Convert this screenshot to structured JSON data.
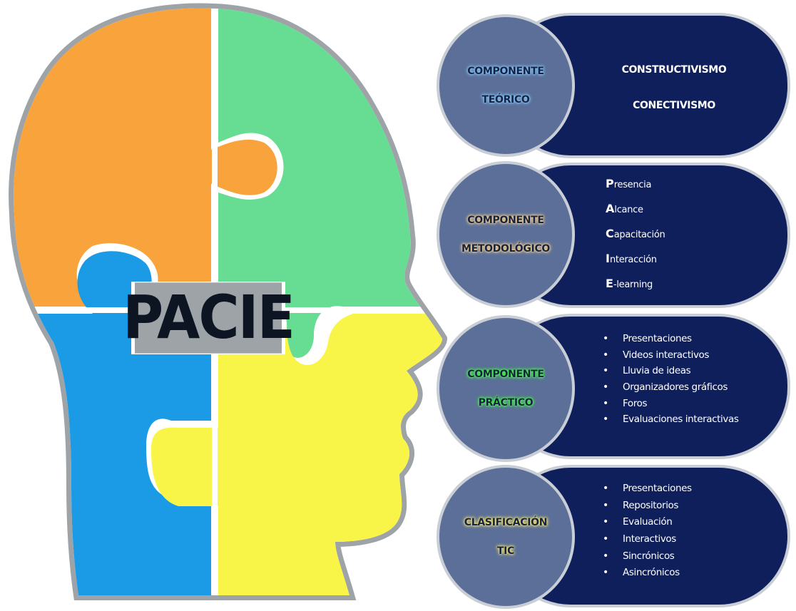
{
  "center_label": "PACIE",
  "components": [
    {
      "id": "teorico",
      "title_lines": [
        "COMPONENTE",
        "TEÓRICO"
      ],
      "items": [
        "CONSTRUCTIVISMO",
        "CONECTIVISMO"
      ],
      "glow_color": "#7ec0ff"
    },
    {
      "id": "metodologico",
      "title_lines": [
        "COMPONENTE",
        "METODOLÓGICO"
      ],
      "acronym": [
        {
          "first": "P",
          "rest": "resencia"
        },
        {
          "first": "A",
          "rest": "lcance"
        },
        {
          "first": "C",
          "rest": "apacitación"
        },
        {
          "first": "I",
          "rest": "nteracción"
        },
        {
          "first": "E",
          "rest": "-learning"
        }
      ],
      "glow_color": "#ffcf8a"
    },
    {
      "id": "practico",
      "title_lines": [
        "COMPONENTE",
        "PRÁCTICO"
      ],
      "items": [
        "Presentaciones",
        "Videos interactivos",
        "Lluvia de ideas",
        "Organizadores gráficos",
        "Foros",
        "Evaluaciones interactivas"
      ],
      "glow_color": "#3cff3c"
    },
    {
      "id": "clasificacion",
      "title_lines": [
        "CLASIFICACIÓN",
        "TIC"
      ],
      "items": [
        "Presentaciones",
        "Repositorios",
        "Evaluación",
        "Interactivos",
        "Sincrónicos",
        "Asincrónicos"
      ],
      "glow_color": "#ffe866"
    }
  ],
  "bullet_symbol": "•",
  "colors": {
    "pill": "#0e1f5c",
    "circle": "#5b6f98",
    "border": "#c9ced6",
    "puzzle_orange": "#f8a33c",
    "puzzle_green": "#66dd92",
    "puzzle_blue": "#1b9be6",
    "puzzle_yellow": "#f9f548",
    "head_outline": "#9ea3a8"
  }
}
